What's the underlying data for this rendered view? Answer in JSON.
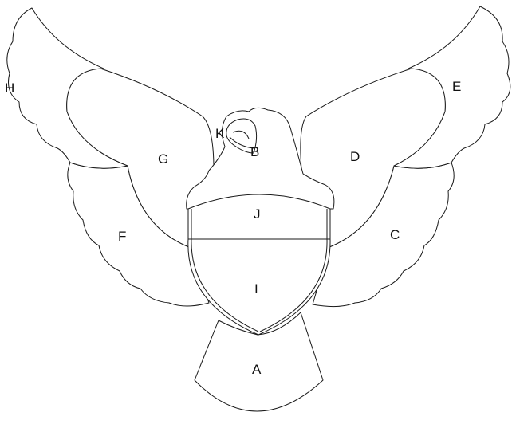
{
  "diagram": {
    "labels": {
      "A": "A",
      "B": "B",
      "C": "C",
      "D": "D",
      "E": "E",
      "F": "F",
      "G": "G",
      "H": "H",
      "I": "I",
      "J": "J",
      "K": "K"
    },
    "colors": {
      "stroke": "#1a1a1a",
      "fill": "#ffffff",
      "text": "#111111"
    }
  }
}
